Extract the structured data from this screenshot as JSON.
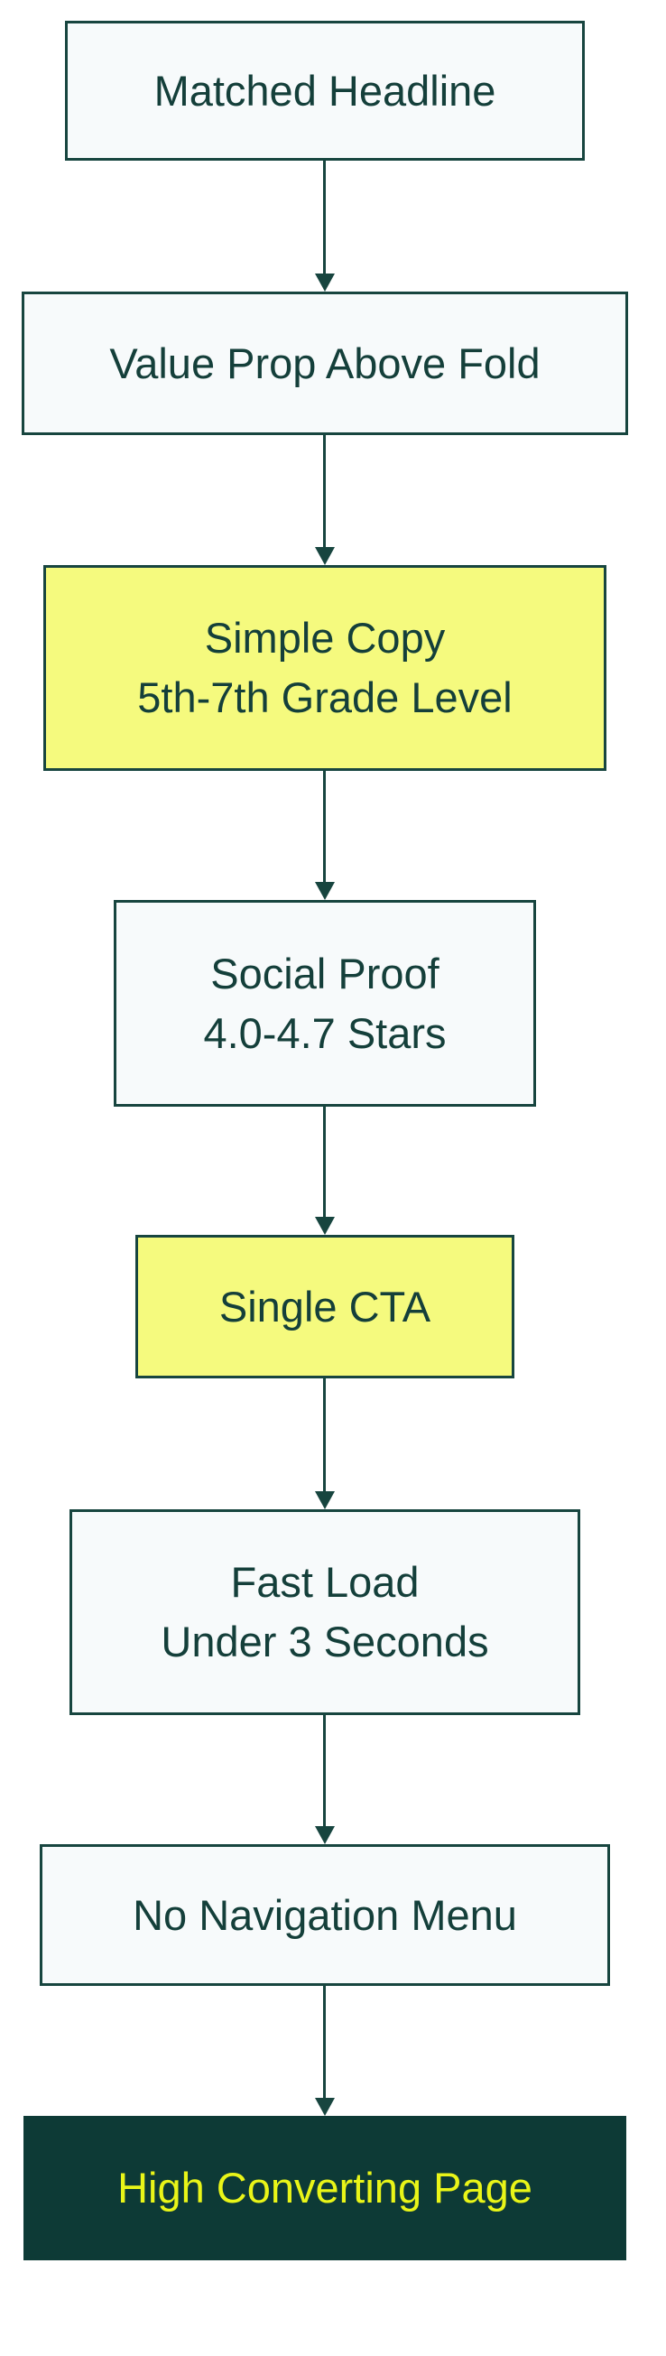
{
  "diagram": {
    "type": "flowchart-vertical",
    "nodes": [
      {
        "id": "matched-headline",
        "style": "default",
        "lines": [
          "Matched Headline"
        ]
      },
      {
        "id": "value-prop",
        "style": "default",
        "lines": [
          "Value Prop Above Fold"
        ]
      },
      {
        "id": "simple-copy",
        "style": "highlight",
        "lines": [
          "Simple Copy",
          "5th-7th Grade Level"
        ]
      },
      {
        "id": "social-proof",
        "style": "default",
        "lines": [
          "Social Proof",
          "4.0-4.7 Stars"
        ]
      },
      {
        "id": "single-cta",
        "style": "highlight",
        "lines": [
          "Single CTA"
        ]
      },
      {
        "id": "fast-load",
        "style": "default",
        "lines": [
          "Fast Load",
          "Under 3 Seconds"
        ]
      },
      {
        "id": "no-navigation-menu",
        "style": "default",
        "lines": [
          "No Navigation Menu"
        ]
      },
      {
        "id": "high-converting-page",
        "style": "dark",
        "lines": [
          "High Converting Page"
        ]
      }
    ],
    "edges": [
      {
        "from": "matched-headline",
        "to": "value-prop"
      },
      {
        "from": "value-prop",
        "to": "simple-copy"
      },
      {
        "from": "simple-copy",
        "to": "social-proof"
      },
      {
        "from": "social-proof",
        "to": "single-cta"
      },
      {
        "from": "single-cta",
        "to": "fast-load"
      },
      {
        "from": "fast-load",
        "to": "no-navigation-menu"
      },
      {
        "from": "no-navigation-menu",
        "to": "high-converting-page"
      }
    ]
  },
  "colors": {
    "box-fill-light": "#f7fafb",
    "box-fill-highlight": "#f5fa7e",
    "box-fill-dark": "#0d3a36",
    "border": "#17453f",
    "text-dark": "#143f3a",
    "text-yellow": "#e9f518"
  }
}
